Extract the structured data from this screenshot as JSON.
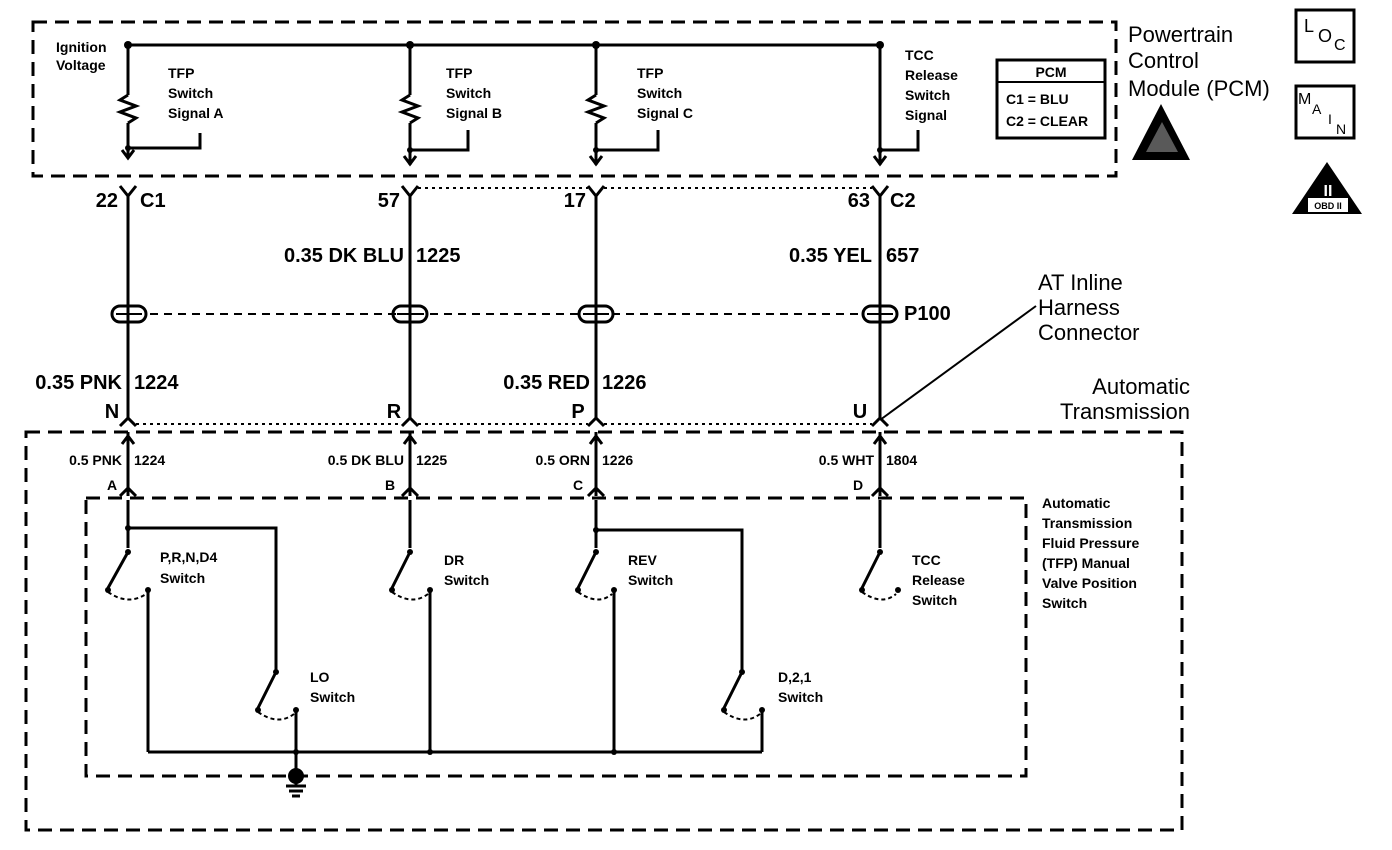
{
  "pcm": {
    "title_lines": [
      "Powertrain",
      "Control",
      "Module (PCM)"
    ],
    "ignition_lines": [
      "Ignition",
      "Voltage"
    ],
    "signal_a_lines": [
      "TFP",
      "Switch",
      "Signal A"
    ],
    "signal_b_lines": [
      "TFP",
      "Switch",
      "Signal B"
    ],
    "signal_c_lines": [
      "TFP",
      "Switch",
      "Signal C"
    ],
    "tcc_signal_lines": [
      "TCC",
      "Release",
      "Switch",
      "Signal"
    ],
    "legend_title": "PCM",
    "legend_c1": "C1 = BLU",
    "legend_c2": "C2 = CLEAR"
  },
  "icons": {
    "loc_l": "L",
    "loc_o": "O",
    "loc_c": "C",
    "main_m": "M",
    "main_a": "A",
    "main_i": "I",
    "main_n": "N",
    "obd_ii": "II",
    "obd_label": "OBD II"
  },
  "pcm_pins": {
    "p22": "22",
    "c1": "C1",
    "p57": "57",
    "p17": "17",
    "p63": "63",
    "c2": "C2"
  },
  "wires_upper": {
    "dkblu": "0.35 DK BLU",
    "dkblu_circuit": "1225",
    "yel": "0.35 YEL",
    "yel_circuit": "657"
  },
  "inline_connector": {
    "id": "P100",
    "label_lines": [
      "AT Inline",
      "Harness",
      "Connector"
    ]
  },
  "wires_middle": {
    "pnk": "0.35 PNK",
    "pnk_circuit": "1224",
    "red": "0.35 RED",
    "red_circuit": "1226"
  },
  "connector_pins": {
    "n": "N",
    "r": "R",
    "p": "P",
    "u": "U"
  },
  "transmission": {
    "label_lines": [
      "Automatic",
      "Transmission"
    ]
  },
  "wires_lower": {
    "pnk": "0.5 PNK",
    "pnk_circuit": "1224",
    "dkblu": "0.5 DK BLU",
    "dkblu_circuit": "1225",
    "orn": "0.5 ORN",
    "orn_circuit": "1226",
    "wht": "0.5 WHT",
    "wht_circuit": "1804"
  },
  "switch_pins": {
    "a": "A",
    "b": "B",
    "c": "C",
    "d": "D"
  },
  "tfp_switch": {
    "label_lines": [
      "Automatic",
      "Transmission",
      "Fluid Pressure",
      "(TFP) Manual",
      "Valve Position",
      "Switch"
    ]
  },
  "switches": {
    "prnd4_lines": [
      "P,R,N,D4",
      "Switch"
    ],
    "dr_lines": [
      "DR",
      "Switch"
    ],
    "rev_lines": [
      "REV",
      "Switch"
    ],
    "tcc_lines": [
      "TCC",
      "Release",
      "Switch"
    ],
    "lo_lines": [
      "LO",
      "Switch"
    ],
    "d21_lines": [
      "D,2,1",
      "Switch"
    ]
  }
}
